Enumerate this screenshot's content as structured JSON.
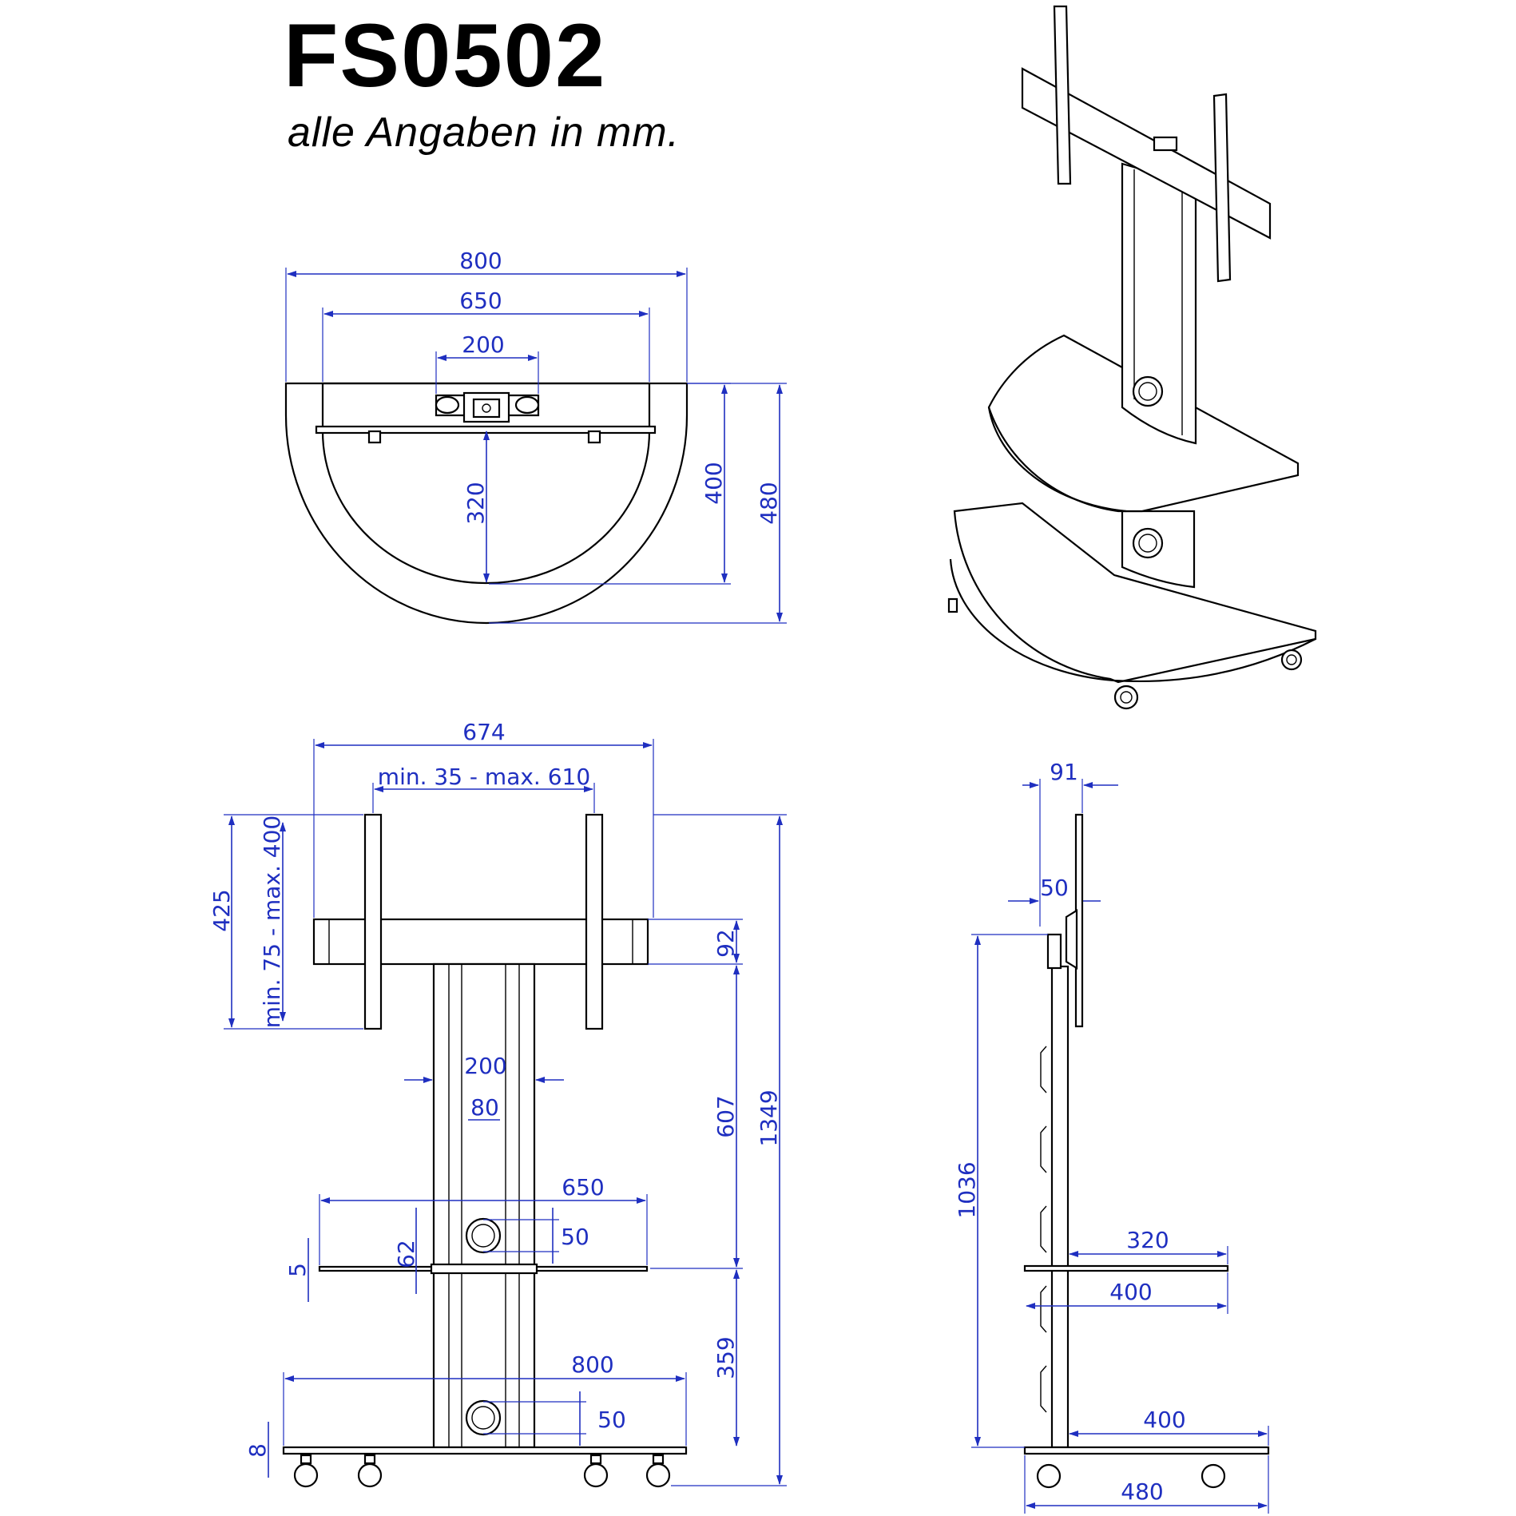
{
  "header": {
    "model": "FS0502",
    "note": "alle Angaben in mm."
  },
  "colors": {
    "dimension": "#1f2fc0",
    "outline": "#000000",
    "background": "#ffffff"
  },
  "top_view": {
    "width_total": "800",
    "width_inner": "650",
    "width_mount": "200",
    "depth_inner": "320",
    "depth_mid": "400",
    "depth_total": "480"
  },
  "front_view": {
    "width_bracket": "674",
    "vesa_horizontal": "min. 35 - max. 610",
    "vesa_vertical": "min. 75 - max. 400",
    "bracket_height": "425",
    "crossbar_height": "92",
    "column_width": "200",
    "column_inner": "80",
    "shelf_width": "650",
    "cable_hole_upper": "50",
    "hole_height": "62",
    "shelf_thickness": "5",
    "column_to_shelf": "607",
    "total_height": "1349",
    "shelf_to_base": "359",
    "base_width": "800",
    "cable_hole_lower": "50",
    "base_thickness": "8"
  },
  "side_view": {
    "bracket_depth": "91",
    "mount_offset": "50",
    "column_height": "1036",
    "shelf_depth_inner": "320",
    "shelf_depth": "400",
    "base_depth_inner": "400",
    "base_depth": "480"
  }
}
